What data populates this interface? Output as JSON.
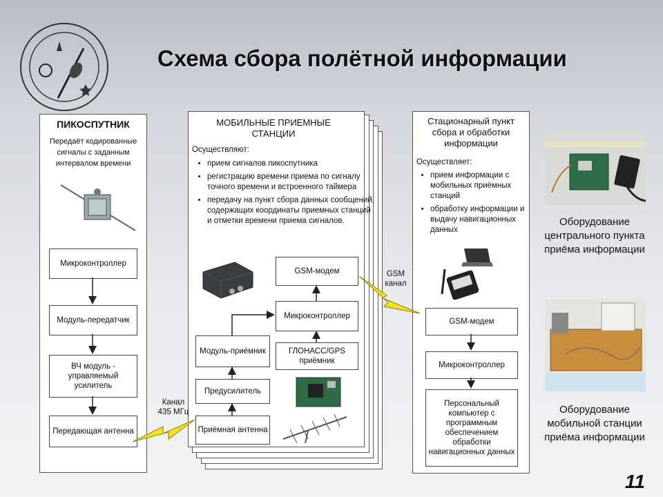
{
  "title": "Схема сбора полётной информации",
  "picosat": {
    "header": "ПИКОСПУТНИК",
    "desc": "Передаёт кодированные сигналы с заданным интервалом времени",
    "boxes": [
      "Микроконтроллер",
      "Модуль-передатчик",
      "ВЧ модуль - управляемый усилитель",
      "Передающая антенна"
    ]
  },
  "mobile": {
    "header": "МОБИЛЬНЫЕ ПРИЕМНЫЕ СТАНЦИИ",
    "intro": "Осуществляют:",
    "bullets": [
      "прием сигналов пикоспутника",
      "регистрацию времени приема по сигналу точного времени и встроенного таймера",
      "передачу на пункт сбора данных сообщений, содержащих координаты приемных станций и отметки времени приема сигналов."
    ],
    "boxes": {
      "gsm": "GSM-модем",
      "mcu": "Микроконтроллер",
      "rx": "Модуль-приёмник",
      "glonass": "ГЛОНАСС/GPS приёмник",
      "preamp": "Предусилитель",
      "antenna": "Приёмная антенна"
    }
  },
  "channel435": "Канал 435 МГц",
  "gsm_channel": "GSM канал",
  "station": {
    "header": "Стационарный пункт сбора и обработки информации",
    "intro": "Осуществляет:",
    "bullets": [
      "прием информации с мобильных приёмных станций",
      "обработку информации и выдачу навигационных данных"
    ],
    "boxes": {
      "gsm": "GSM-модем",
      "mcu": "Микроконтроллер",
      "pc": "Персональный компьютер с программным обеспечением обработки навигационных данных"
    }
  },
  "captions": {
    "central": "Оборудование центрального пункта приёма информации",
    "mobile": "Оборудование мобильной станции приёма информации"
  },
  "page_number": "11"
}
